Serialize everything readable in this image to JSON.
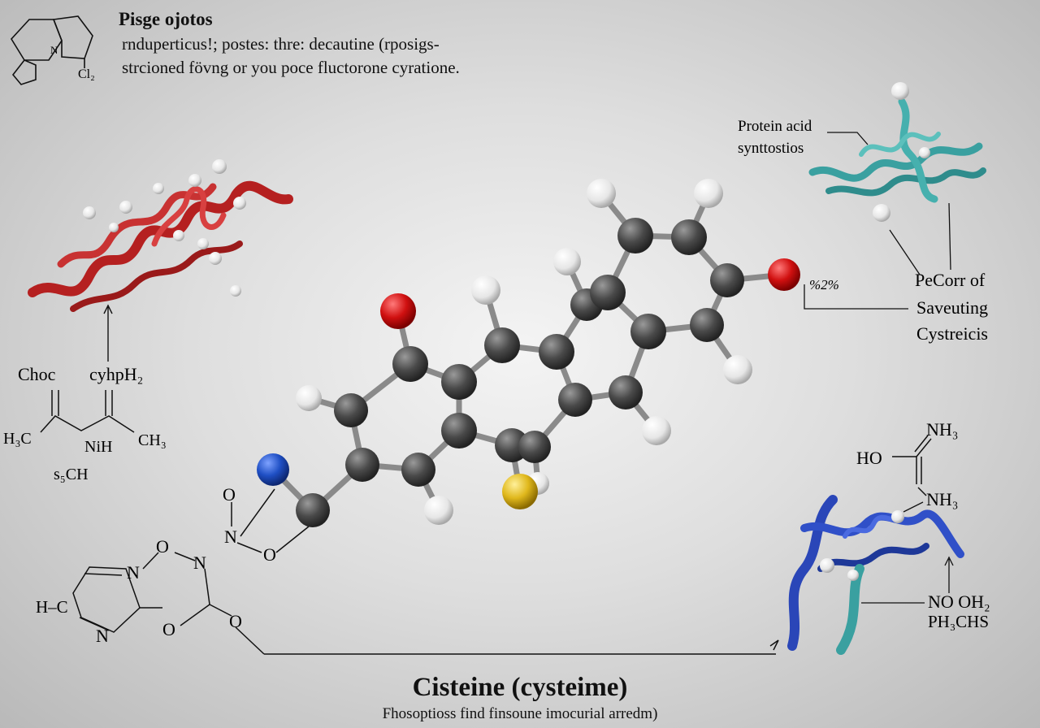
{
  "header": {
    "title": "Pisge ojotos",
    "subtitle_line1": "rnduperticus!; postes: thre: decautine (rposigs-",
    "subtitle_line2": "strcioned fövng or you poce fluctorone cyratione.",
    "corner_molecule": {
      "atom_n": "N",
      "formula": "Cl₂"
    }
  },
  "left_formula": {
    "top_left": "Choc",
    "top_right": "cyhpH₂",
    "left_group": "H₃C",
    "center": "NiH",
    "right_group": "CH₃",
    "bottom": "s₅CH"
  },
  "ring_formula": {
    "o_top": "O",
    "n_mid": "N",
    "o_low": "O",
    "o_ring_top": "O",
    "n_ring_top": "N",
    "n_chain": "N",
    "hc": "H–C",
    "n_ring_bottom": "N",
    "o_ring_bottom": "O",
    "o_tail": "O"
  },
  "right_labels": {
    "protein_label_line1": "Protein acid",
    "protein_label_line2": "synttostios",
    "pointer_note": "%2%",
    "callout_line1": "PeCorr of",
    "callout_line2": "Saveuting",
    "callout_line3": "Cystreicis"
  },
  "right_formula": {
    "nh3_top": "NH₃",
    "ho": "HO",
    "nh3_mid": "NH₃",
    "no_oh2": "NO  OH₂",
    "ph3chs": "PH₃CHS"
  },
  "caption": {
    "title": "Cisteine (cysteime)",
    "subtitle": "Fhosoptioss find finsoune imocurial arredm)"
  },
  "colors": {
    "carbon": "#4a4a4a",
    "hydrogen": "#f2f2f2",
    "oxygen": "#d01010",
    "nitrogen": "#1f4fc4",
    "sulfur": "#e0b81c",
    "protein_red": "#b52020",
    "protein_teal": "#3aa0a0",
    "protein_blue": "#2a46b8"
  }
}
